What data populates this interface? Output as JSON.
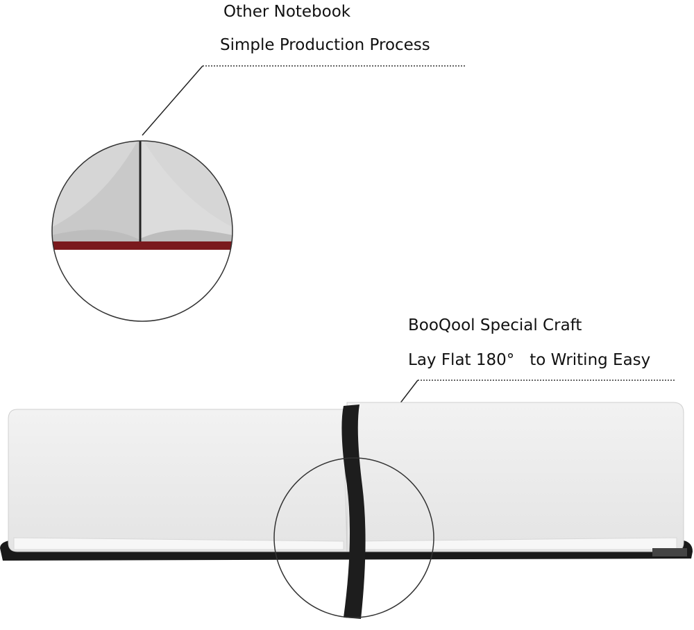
{
  "callout_top": {
    "line1": "Other Notebook",
    "line2": "Simple Production Process"
  },
  "callout_bottom": {
    "line1": "BooQool Special Craft",
    "line2": "Lay Flat 180°   to Writing Easy"
  },
  "colors": {
    "cover": "#1a1a1a",
    "page": "#ededed",
    "spine_red": "#7a1a1e"
  }
}
